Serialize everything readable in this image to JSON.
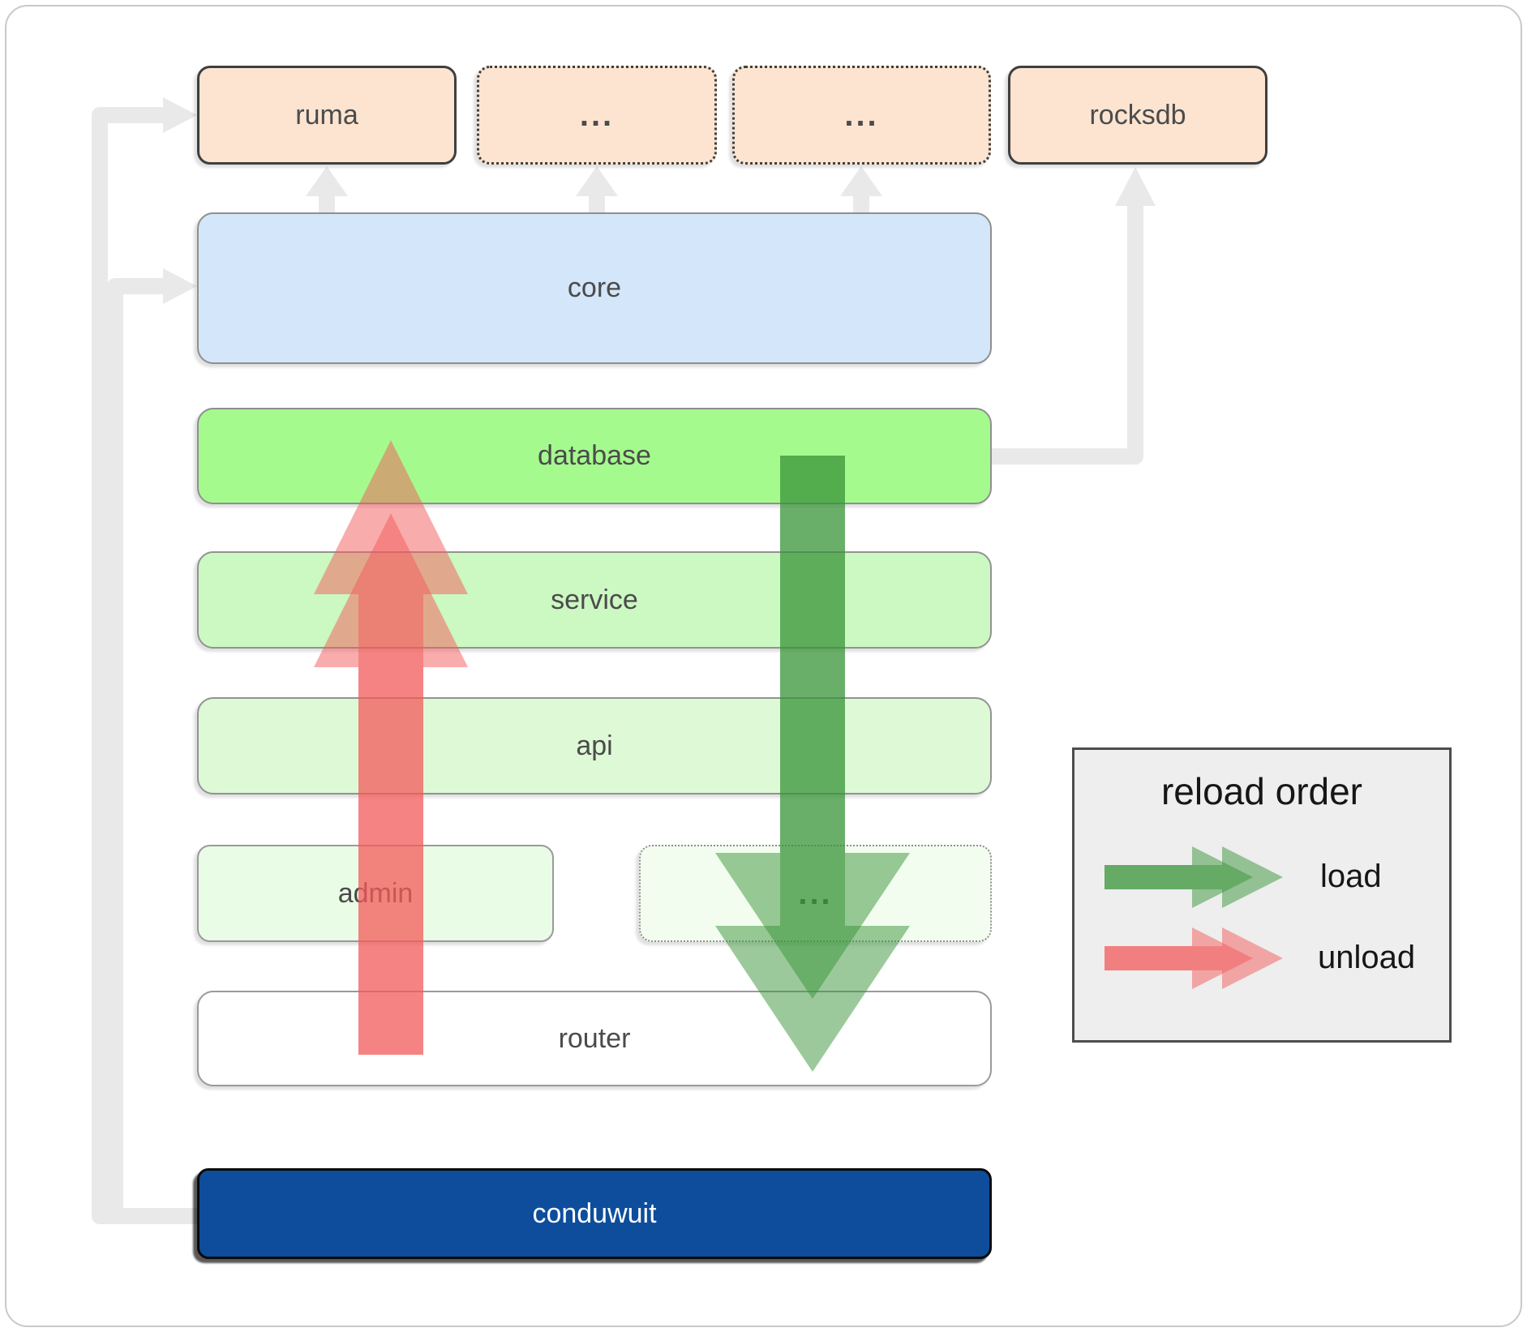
{
  "nodes": {
    "ruma": "ruma",
    "dots_top_1": "...",
    "dots_top_2": "...",
    "rocksdb": "rocksdb",
    "core": "core",
    "database": "database",
    "service": "service",
    "api": "api",
    "admin": "admin",
    "dots_admin": "...",
    "router": "router",
    "conduwuit": "conduwuit"
  },
  "legend": {
    "title": "reload order",
    "load_label": "load",
    "unload_label": "unload"
  },
  "colors": {
    "load_arrow_green": "#389438",
    "unload_arrow_red": "#f35a5a",
    "connector_gray": "#e9e9e9",
    "ruma_fill": "#fce4d1",
    "dots_top_1_fill": "#fce4d1",
    "dots_top_2_fill": "#fce4d1",
    "rocksdb_fill": "#fce4d1",
    "core_fill": "#d4e6f9",
    "database_fill": "#a5fa8e",
    "service_fill": "#ccf8c2",
    "api_fill": "#def9d6",
    "admin_fill": "#e9fce5",
    "dots_admin_fill": "#f2fdef",
    "router_fill": "#ffffff",
    "conduwuit_fill": "#0d4d9c",
    "legend_fill": "#eeeeee"
  }
}
